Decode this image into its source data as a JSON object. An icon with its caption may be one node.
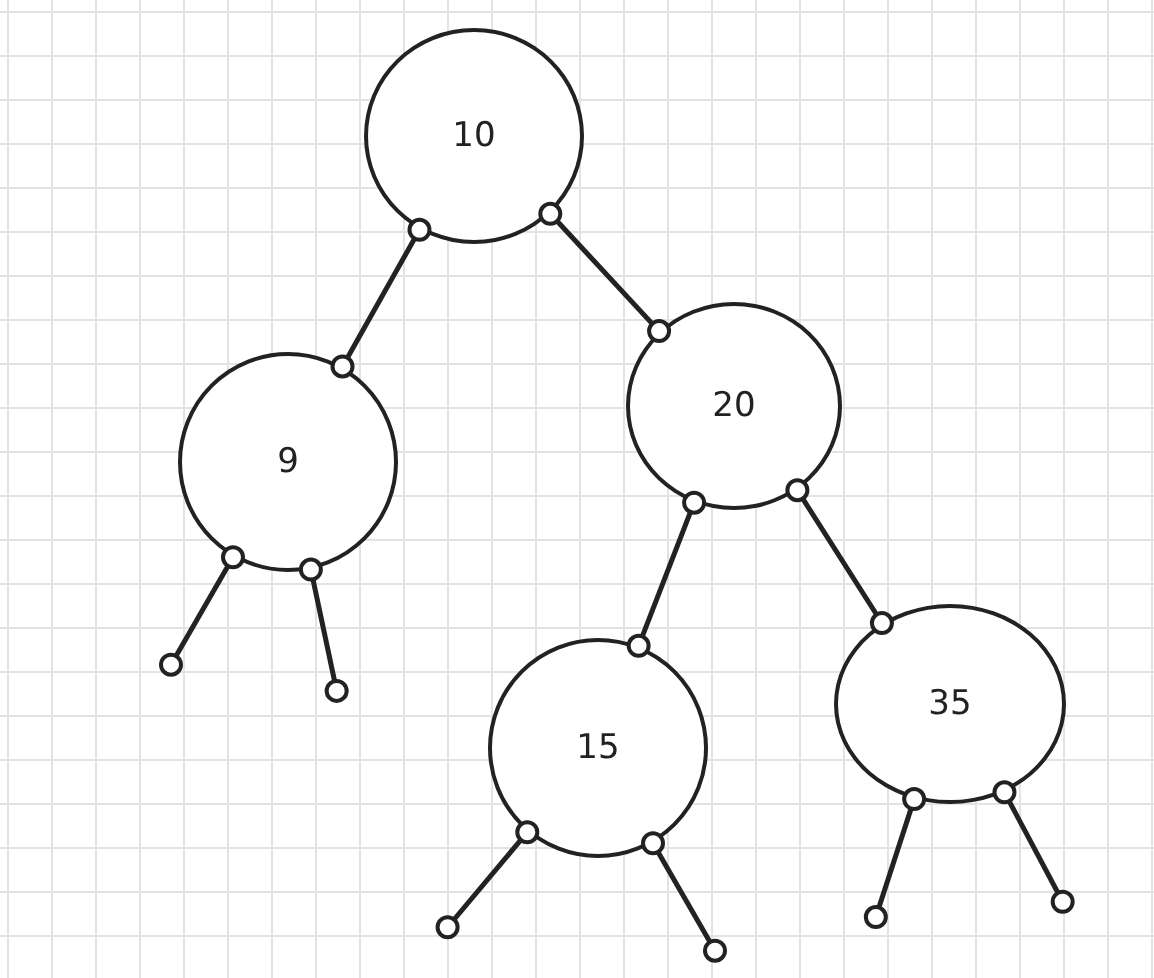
{
  "diagram": {
    "nodes": [
      {
        "text": [
          "10"
        ]
      },
      {
        "text": [
          "9"
        ]
      },
      {
        "text": [
          "20"
        ]
      },
      {
        "text": [
          "15"
        ]
      },
      {
        "text": [
          "35"
        ]
      }
    ],
    "edges": [
      {
        "from": 0,
        "to": 1,
        "arrow": "other"
      },
      {
        "from": 0,
        "to": 2,
        "arrow": "other"
      },
      {
        "from": 1,
        "to": null,
        "arrow": "other"
      },
      {
        "from": 1,
        "to": null,
        "arrow": "other"
      },
      {
        "from": 2,
        "to": 3,
        "arrow": "other"
      },
      {
        "from": 2,
        "to": 4,
        "arrow": "other"
      },
      {
        "from": 3,
        "to": null,
        "arrow": "other"
      },
      {
        "from": 3,
        "to": null,
        "arrow": "other"
      },
      {
        "from": 4,
        "to": null,
        "arrow": "other"
      },
      {
        "from": 4,
        "to": null,
        "arrow": "other"
      }
    ]
  }
}
